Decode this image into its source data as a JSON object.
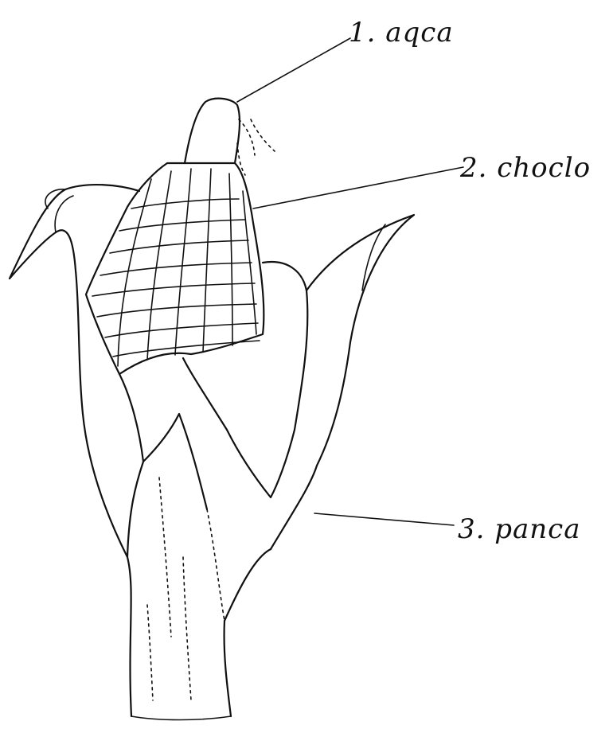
{
  "labels": [
    {
      "id": "aqca",
      "text": "1. aqca"
    },
    {
      "id": "choclo",
      "text": "2. choclo"
    },
    {
      "id": "panca",
      "text": "3. panca"
    }
  ],
  "colors": {
    "ink": "#111111",
    "paper": "#ffffff"
  }
}
